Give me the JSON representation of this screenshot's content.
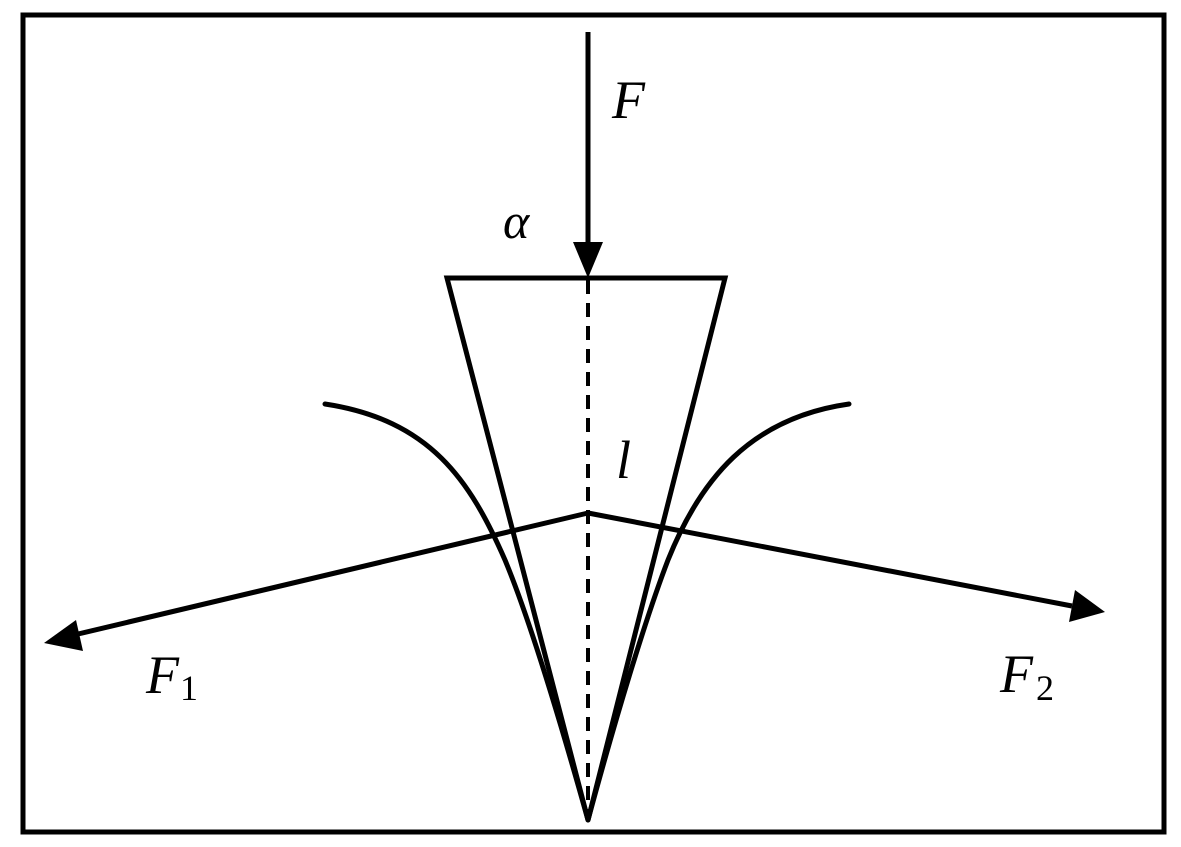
{
  "diagram": {
    "labels": {
      "force_top": "F",
      "angle": "α",
      "length": "l",
      "force_left": "F",
      "force_left_sub": "1",
      "force_right": "F",
      "force_right_sub": "2"
    },
    "colors": {
      "stroke": "#000000",
      "background": "#ffffff"
    }
  }
}
